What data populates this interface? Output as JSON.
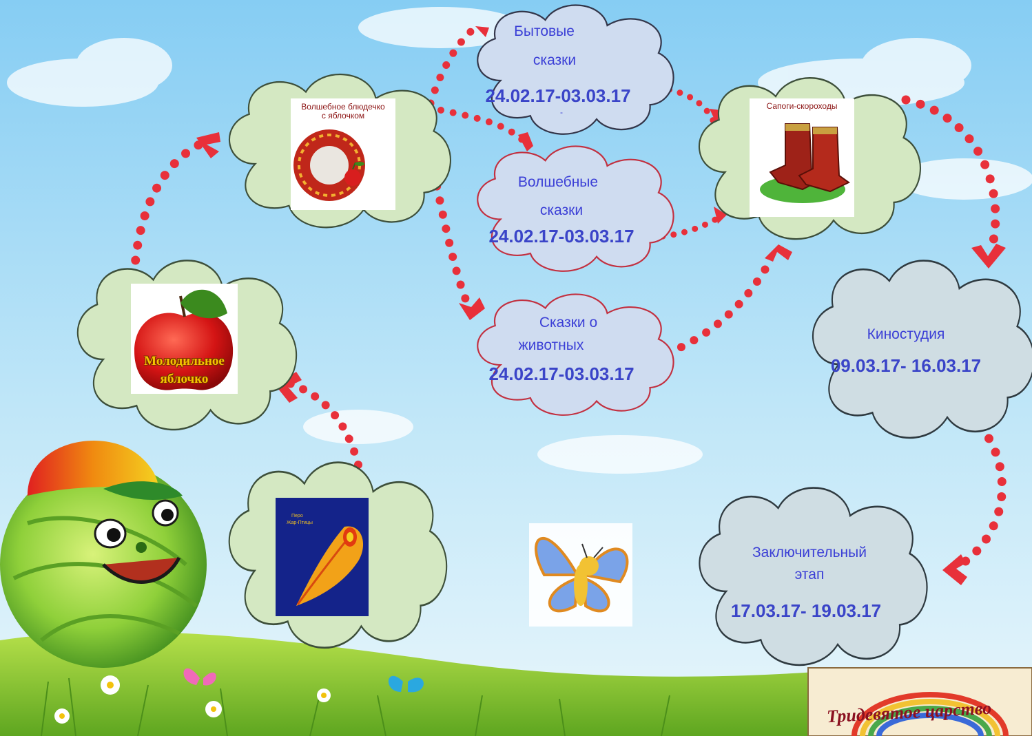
{
  "nodes": {
    "bytovye": {
      "line1": "Бытовые",
      "line2": "сказки",
      "date": "24.02.17-03.03.17",
      "extra": "-"
    },
    "volshebnye": {
      "line1": "Волшебные",
      "line2": "сказки",
      "date": "24.02.17-03.03.17"
    },
    "zhivotnye": {
      "line1": "Сказки о",
      "line2": "животных",
      "date": "24.02.17-03.03.17"
    },
    "kinostudia": {
      "line1": "Киностудия",
      "date": "09.03.17- 16.03.17"
    },
    "final": {
      "line1": "Заключительный",
      "line2": "этап",
      "date": "17.03.17- 19.03.17"
    }
  },
  "cards": {
    "saucer": {
      "caption_line1": "Волшебное блюдечко",
      "caption_line2": "с яблочком"
    },
    "boots": {
      "caption": "Сапоги-скороходы"
    },
    "apple": {
      "caption_line1": "Молодильное",
      "caption_line2": "яблочко"
    },
    "feather": {
      "caption_line1": "Перо",
      "caption_line2": "Жар-Птицы"
    }
  },
  "sign": {
    "text": "Тридевятое царство"
  },
  "colors": {
    "sky_top": "#8fd3f5",
    "sky_bottom": "#dff3fb",
    "green_cloud": "#d4e8c2",
    "blue_cloud": "#cfdcf0",
    "gray_cloud": "#cfdde3",
    "arrow": "#e8303a",
    "text_blue": "#3a44c8",
    "grass": "#8cc63f"
  }
}
